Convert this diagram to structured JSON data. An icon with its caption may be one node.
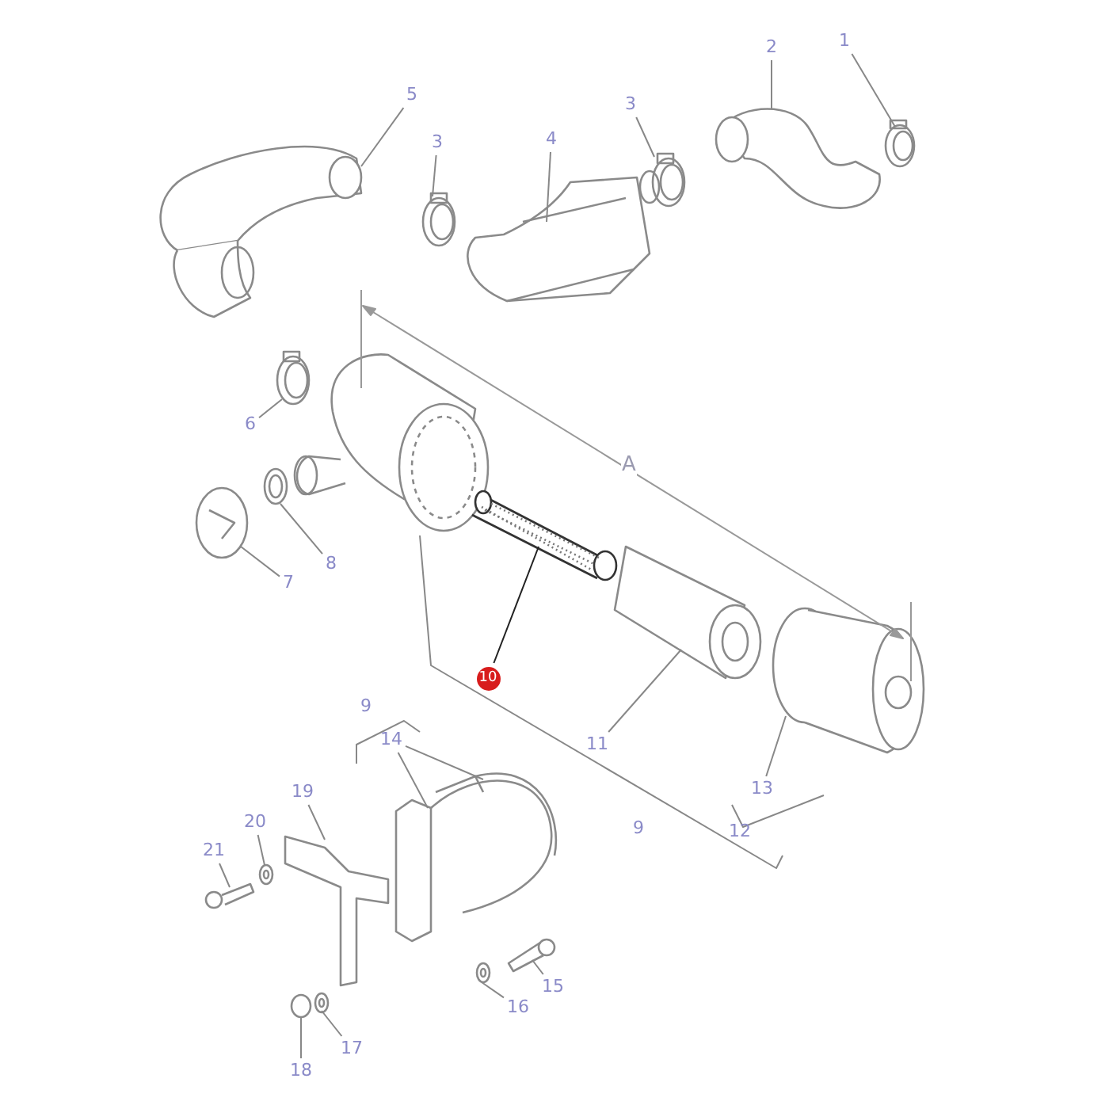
{
  "diagram": {
    "nodes": [
      {
        "text": [
          "1"
        ]
      },
      {
        "text": [
          "2"
        ]
      },
      {
        "text": [
          "5"
        ]
      },
      {
        "text": [
          "3"
        ]
      },
      {
        "text": [
          "4"
        ]
      },
      {
        "text": [
          "3"
        ]
      },
      {
        "text": [
          "6"
        ]
      },
      {
        "text": [
          "8"
        ]
      },
      {
        "text": [
          "7"
        ]
      },
      {
        "text": [
          "10"
        ]
      },
      {
        "text": [
          "9"
        ]
      },
      {
        "text": [
          "14"
        ]
      },
      {
        "text": [
          "11"
        ]
      },
      {
        "text": [
          "13"
        ]
      },
      {
        "text": [
          "19"
        ]
      },
      {
        "text": [
          "20"
        ]
      },
      {
        "text": [
          "21"
        ]
      },
      {
        "text": [
          "9"
        ]
      },
      {
        "text": [
          "12"
        ]
      },
      {
        "text": [
          "15"
        ]
      },
      {
        "text": [
          "16"
        ]
      },
      {
        "text": [
          "17"
        ]
      },
      {
        "text": [
          "18"
        ]
      },
      {
        "text": [],
        "shape": "picture"
      },
      {
        "text": [],
        "shape": "picture"
      },
      {
        "text": [],
        "shape": "picture"
      },
      {
        "text": [],
        "shape": "picture"
      },
      {
        "text": [],
        "shape": "picture"
      },
      {
        "text": [],
        "shape": "picture"
      },
      {
        "text": [],
        "shape": "picture"
      },
      {
        "text": [],
        "shape": "picture"
      },
      {
        "text": [],
        "shape": "picture"
      },
      {
        "text": [],
        "shape": "picture"
      },
      {
        "text": [],
        "shape": "picture"
      },
      {
        "text": [],
        "shape": "picture"
      },
      {
        "text": [],
        "shape": "picture"
      },
      {
        "text": [],
        "shape": "picture"
      },
      {
        "text": [],
        "shape": "picture"
      },
      {
        "text": [],
        "shape": "picture"
      },
      {
        "text": [],
        "shape": "picture"
      },
      {
        "text": [],
        "shape": "picture"
      },
      {
        "text": [],
        "shape": "picture"
      },
      {
        "text": [],
        "shape": "picture"
      }
    ],
    "edges": [
      {
        "from": 0,
        "to": 23,
        "arrow": "none"
      },
      {
        "from": 1,
        "to": 24,
        "arrow": "none"
      },
      {
        "from": 2,
        "to": 25,
        "arrow": "none"
      },
      {
        "from": 3,
        "to": 26,
        "arrow": "none"
      },
      {
        "from": 4,
        "to": 27,
        "arrow": "none"
      },
      {
        "from": 5,
        "to": 28,
        "arrow": "none"
      },
      {
        "from": 6,
        "to": 29,
        "arrow": "none"
      },
      {
        "from": 7,
        "to": 30,
        "arrow": "none"
      },
      {
        "from": 8,
        "to": 31,
        "arrow": "none"
      },
      {
        "from": 9,
        "to": 32,
        "arrow": "none",
        "color": "#222222"
      },
      {
        "from": 11,
        "to": 33,
        "arrow": "none"
      },
      {
        "from": 11,
        "to": 33,
        "arrow": "none"
      },
      {
        "from": 12,
        "to": 34,
        "arrow": "none"
      },
      {
        "from": 13,
        "to": 35,
        "arrow": "none"
      },
      {
        "from": 14,
        "to": 36,
        "arrow": "none"
      },
      {
        "from": 15,
        "to": 37,
        "arrow": "none"
      },
      {
        "from": 16,
        "to": 38,
        "arrow": "none"
      },
      {
        "from": 19,
        "to": 39,
        "arrow": "none"
      },
      {
        "from": 20,
        "to": 40,
        "arrow": "none"
      },
      {
        "from": 21,
        "to": 41,
        "arrow": "none"
      },
      {
        "from": 22,
        "to": 42,
        "arrow": "none"
      }
    ],
    "labels": [
      "A"
    ]
  }
}
